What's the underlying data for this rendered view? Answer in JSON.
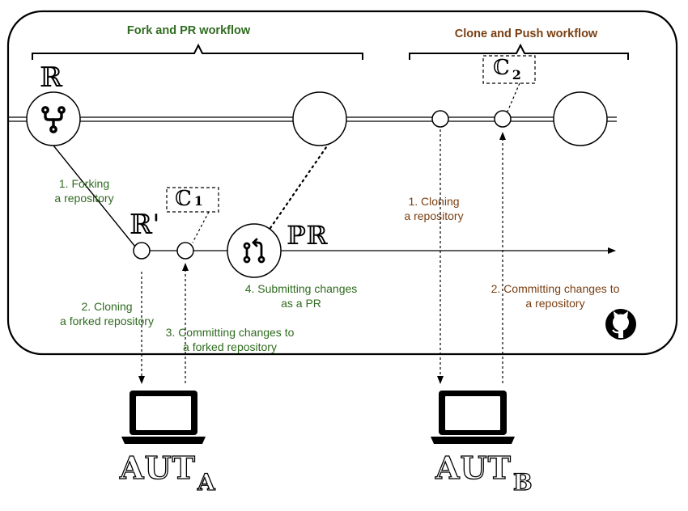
{
  "headers": {
    "fork_pr": "Fork and PR workflow",
    "clone_push": "Clone and Push workflow"
  },
  "nodes": {
    "origin_repo": "ℝ",
    "forked_repo": "ℝ'",
    "pull_request": "ℙℝ",
    "commit_1_letter": "ℂ",
    "commit_1_index": "1",
    "commit_2_letter": "ℂ",
    "commit_2_index": "2"
  },
  "fork_pr_steps": {
    "step1": "1. Forking\na repository",
    "step2": "2. Cloning\na forked repository",
    "step3": "3. Committing changes to\na forked repository",
    "step4": "4. Submitting changes\nas a PR"
  },
  "clone_push_steps": {
    "step1": "1. Cloning\na repository",
    "step2": "2. Committing changes to\na repository"
  },
  "laptops": {
    "a_main": "AUT",
    "a_sub": "A",
    "b_main": "AUT",
    "b_sub": "B"
  },
  "icons": [
    "fork-icon",
    "pull-request-icon",
    "github-icon",
    "laptop-icon"
  ],
  "colors": {
    "fork_pr_text": "#2f6b1f",
    "clone_push_text": "#7a3f12"
  }
}
